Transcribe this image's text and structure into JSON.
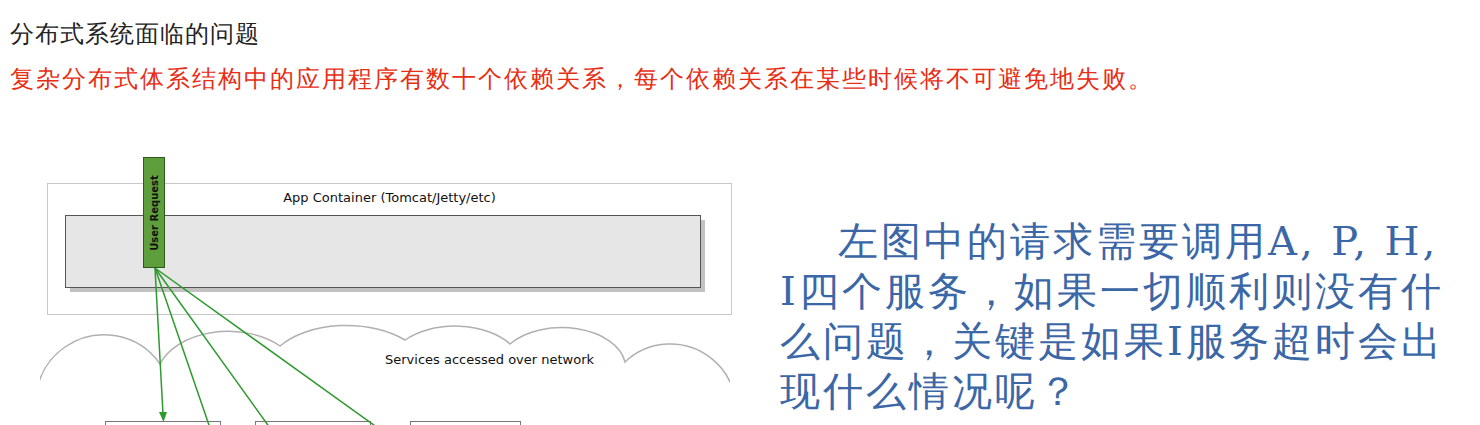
{
  "diagram": {
    "title": "分布式系统面临的问题",
    "nodes": [
      {
        "text": [
          "App Container (Tomcat/Jetty/etc)"
        ]
      },
      {
        "text": [
          "User Request"
        ]
      },
      {
        "text": [
          "Services accessed over network"
        ]
      }
    ],
    "labels": [
      "复杂分布式体系结构中的应用程序有数十个依赖关系，每个依赖关系在某些时候将不可避免地失败。",
      "左图中的请求需要调用A, P, H, I四个服务，如果一切顺利则没有什么问题，关键是如果I服务超时会出现什么情况呢？"
    ]
  }
}
